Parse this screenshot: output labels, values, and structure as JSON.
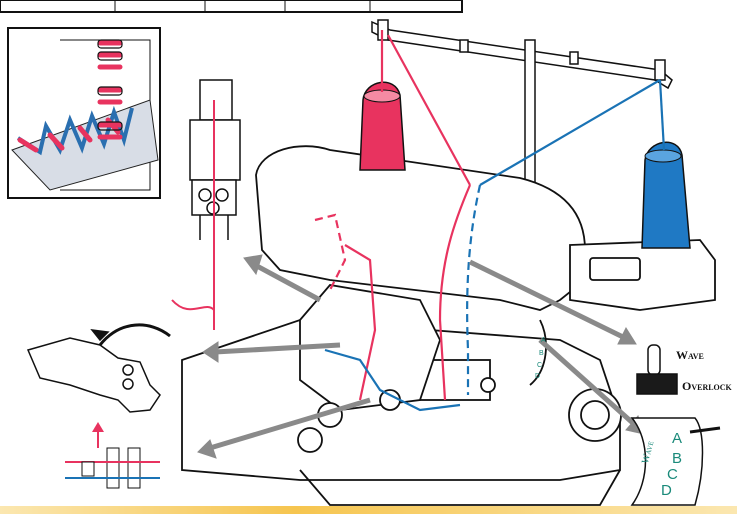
{
  "labels": {
    "wave": "Wave",
    "overlock": "Overlock",
    "dial_title": "Wave",
    "dial_a": "A",
    "dial_b": "B",
    "dial_c": "C",
    "dial_d": "D",
    "mini_a": "A",
    "mini_b": "B",
    "mini_c": "C",
    "mini_d": "D"
  },
  "colors": {
    "pink_thread": "#e8335f",
    "blue_thread": "#1a73b5",
    "dial_text": "#1a8a7a",
    "arrow_gray": "#8a8a8a",
    "outline": "#1a1a1a"
  },
  "icons": [
    "serger-machine-drawing",
    "stitch-detail-inset",
    "needle-clamp-detail",
    "presser-foot-detail",
    "wave-overlock-switch",
    "wave-dial"
  ]
}
